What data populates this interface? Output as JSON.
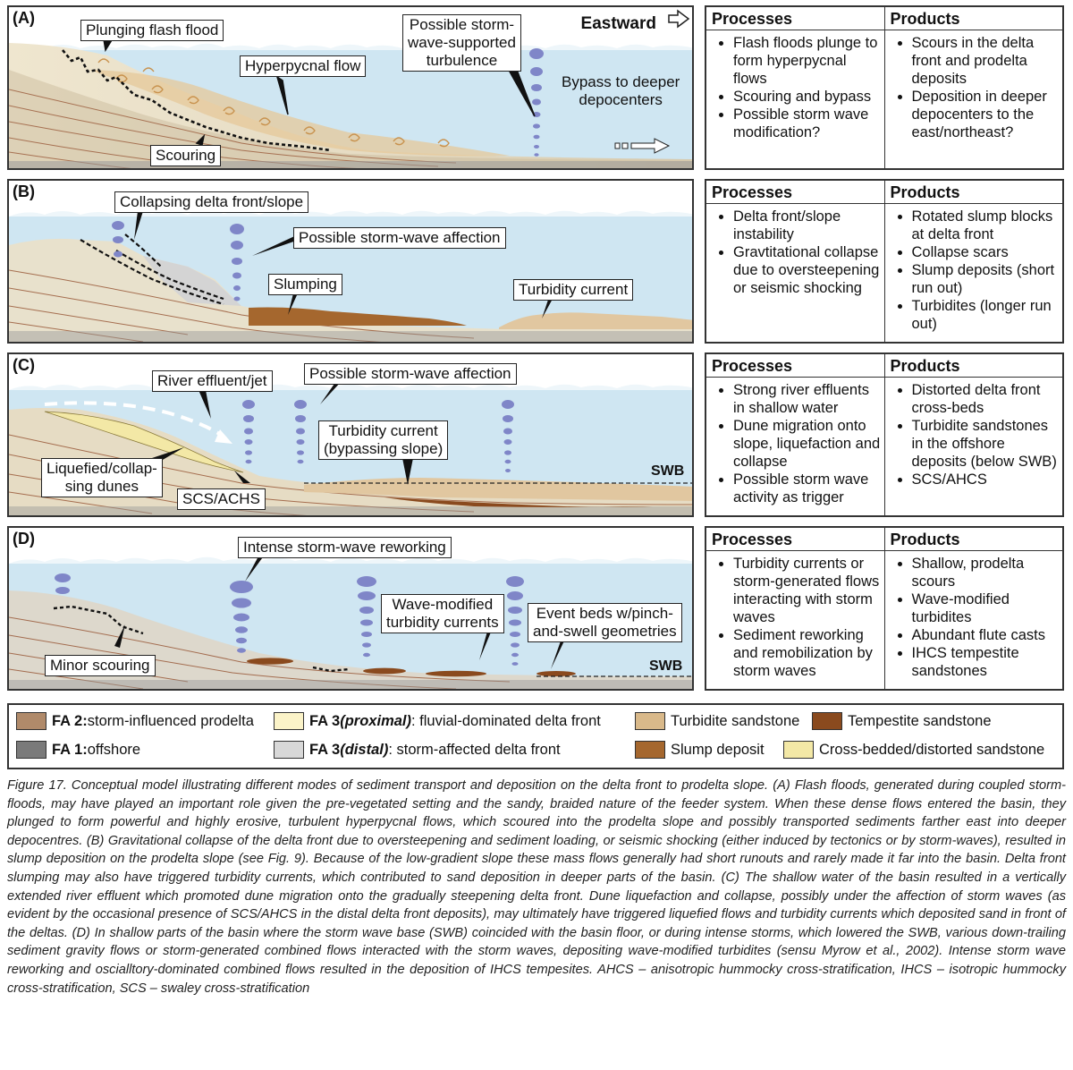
{
  "panels": [
    {
      "letter": "(A)",
      "eastward": "Eastward",
      "labels": {
        "plunging": "Plunging flash flood",
        "hyperpycnal": "Hyperpycnal flow",
        "storm": "Possible storm-\nwave-supported\nturbulence",
        "bypass": "Bypass to deeper\ndepocenters",
        "scouring": "Scouring"
      },
      "processes": [
        "Flash floods plunge to form hyperpycnal flows",
        "Scouring and bypass",
        "Possible storm wave modification?"
      ],
      "products": [
        "Scours in the delta front and prodelta deposits",
        "Deposition in deeper depocenters to the east/northeast?"
      ]
    },
    {
      "letter": "(B)",
      "labels": {
        "collapsing": "Collapsing delta front/slope",
        "storm": "Possible storm-wave affection",
        "slumping": "Slumping",
        "turbidity": "Turbidity current"
      },
      "processes": [
        "Delta front/slope instability",
        "Gravtitational collapse due to oversteepening or seismic shocking"
      ],
      "products": [
        "Rotated slump blocks at delta front",
        "Collapse scars",
        "Slump deposits (short run out)",
        "Turbidites (longer run out)"
      ]
    },
    {
      "letter": "(C)",
      "labels": {
        "river": "River effluent/jet",
        "storm": "Possible storm-wave affection",
        "turbidity": "Turbidity current\n(bypassing slope)",
        "liquefied": "Liquefied/collap-\nsing dunes",
        "scs": "SCS/ACHS",
        "swb": "SWB"
      },
      "processes": [
        "Strong river effluents in shallow water",
        "Dune migration onto slope, liquefaction and collapse",
        "Possible storm wave activity as trigger"
      ],
      "products": [
        "Distorted delta front cross-beds",
        "Turbidite sandstones in the offshore deposits (below SWB)",
        "SCS/AHCS"
      ]
    },
    {
      "letter": "(D)",
      "labels": {
        "intense": "Intense storm-wave reworking",
        "wave": "Wave-modified\nturbidity currents",
        "event": "Event beds w/pinch-\nand-swell geometries",
        "minor": "Minor scouring",
        "swb": "SWB"
      },
      "processes": [
        "Turbidity currents or storm-generated flows interacting with storm waves",
        "Sediment reworking and remobilization by storm waves"
      ],
      "products": [
        "Shallow, prodelta scours",
        "Wave-modified turbidites",
        "Abundant flute casts",
        "IHCS tempestite sandstones"
      ]
    }
  ],
  "table_headers": {
    "processes": "Processes",
    "products": "Products"
  },
  "legend": [
    {
      "bold": "FA 2:",
      "italic": "",
      "text": " storm-influenced prodelta",
      "color": "#b08a6a",
      "name": "fa2"
    },
    {
      "bold": "FA 1:",
      "italic": "",
      "text": " offshore",
      "color": "#7a7a7a",
      "name": "fa1"
    },
    {
      "bold": "FA 3 ",
      "italic": "(proximal)",
      "text": ": fluvial-dominated delta front",
      "color": "#fbf3c8",
      "name": "fa3-proximal"
    },
    {
      "bold": "FA 3 ",
      "italic": "(distal)",
      "text": ": storm-affected delta front",
      "color": "#d8d8d8",
      "name": "fa3-distal"
    },
    {
      "bold": "",
      "italic": "",
      "text": "Turbidite sandstone",
      "color": "#d9b98a",
      "name": "turbidite"
    },
    {
      "bold": "",
      "italic": "",
      "text": "Slump deposit",
      "color": "#a5672e",
      "name": "slump"
    },
    {
      "bold": "",
      "italic": "",
      "text": "Tempestite sandstone",
      "color": "#8a4a1e",
      "name": "tempestite"
    },
    {
      "bold": "",
      "italic": "",
      "text": "Cross-bedded/distorted sandstone",
      "color": "#f3e8a6",
      "name": "cross-bedded"
    }
  ],
  "caption": "Figure 17. Conceptual model illustrating different modes of sediment transport and deposition on the delta front to prodelta slope. (A) Flash floods, generated during coupled storm-floods, may have played an important role given the pre-vegetated setting and the sandy, braided nature of the feeder system. When these dense flows entered the basin, they plunged to form powerful and highly erosive, turbulent hyperpycnal flows, which scoured into the prodelta slope and possibly transported sediments farther east into deeper depocentres. (B) Gravitational collapse of the delta front due to oversteepening and sediment loading, or seismic shocking (either induced by tectonics or by storm-waves), resulted in slump deposition on the prodelta slope (see Fig. 9). Because of the low-gradient slope these mass flows generally had short runouts and rarely made it far into the basin. Delta front slumping may also have triggered turbidity currents, which contributed to sand deposition in deeper parts of the basin. (C) The shallow water of the basin resulted in a vertically extended river effluent which promoted dune migration onto the gradually steepening delta front. Dune liquefaction and collapse, possibly under the affection of storm waves (as evident by the occasional presence of SCS/AHCS in the distal delta front deposits), may ultimately have triggered liquefied flows and turbidity currents which deposited sand in front of the deltas. (D) In shallow parts of the basin where the storm wave base (SWB) coincided with the basin floor, or during intense storms, which lowered the SWB, various down-trailing sediment gravity flows or storm-generated combined flows interacted with the storm waves, depositing wave-modified turbidites (sensu Myrow et al., 2002). Intense storm wave reworking and oscialltory-dominated combined flows resulted in the deposition of IHCS tempesites. AHCS – anisotropic hummocky cross-stratification, IHCS – isotropic hummocky cross-stratification, SCS – swaley cross-stratification"
}
